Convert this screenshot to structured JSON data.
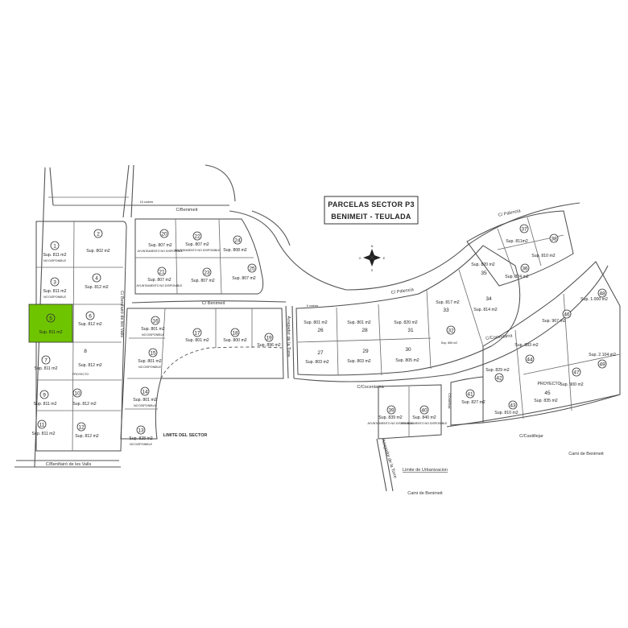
{
  "title": {
    "line1": "PARCELAS SECTOR P3",
    "line2": "BENIMEIT  -  TEULADA"
  },
  "compass": {
    "n": "N",
    "s": "S",
    "e": "E",
    "o": "O"
  },
  "streets": {
    "palencia_top": "C/ Palencia",
    "palencia_mid": "C/ Palencia",
    "benimeit_top": "C/Benimeit",
    "benimeit_mid": "C/ Benimeit",
    "benifairo_side": "C/ Benifairó de les Valls",
    "benifairo_bottom": "C/Benifairó de les Valls",
    "cocentaina": "C/Cocentaina",
    "cocentaina_right": "C/Cocentaina",
    "castillejar": "C/Castillejar",
    "castillejar_side": "C/Castillejar",
    "azagador_mid": "Azagador de la Torre",
    "azagador_bottom": "Azagador de la Torre",
    "cami_right": "Cami de Benimeit",
    "cami_bottom": "Cami de Benimeit",
    "limite_sector": "LIMITE DEL SECTOR",
    "limite_urb": "Limite de Urbanizacion",
    "parking_top": "16 coches",
    "parking_mid": "6 coches"
  },
  "parcels": {
    "p1": {
      "num": "1",
      "sup": "Sup. 811 m2",
      "note": "NO DISPONIBLE"
    },
    "p2": {
      "num": "2",
      "sup": "Sup. 802 m2"
    },
    "p3": {
      "num": "3",
      "sup": "Sup. 811 m2",
      "note": "NO DISPONIBLE"
    },
    "p4": {
      "num": "4",
      "sup": "Sup. 812 m2"
    },
    "p5": {
      "num": "5",
      "sup": "Sup. 811 m2"
    },
    "p6": {
      "num": "6",
      "sup": "Sup. 812 m2"
    },
    "p7": {
      "num": "7",
      "sup": "Sup. 811 m2"
    },
    "p8": {
      "num": "8",
      "sup": "Sup. 812 m2"
    },
    "proyecto_left": "PROYECTO",
    "p9": {
      "num": "9",
      "sup": "Sup. 811 m2"
    },
    "p10": {
      "num": "10",
      "sup": "Sup. 812 m2"
    },
    "p11": {
      "num": "11",
      "sup": "Sup. 811 m2"
    },
    "p12": {
      "num": "12",
      "sup": "Sup. 812 m2"
    },
    "p13": {
      "num": "13",
      "sup": "Sup. 828 m2",
      "note": "NO DISPONIBLE"
    },
    "p14": {
      "num": "14",
      "sup": "Sup. 801 m2",
      "note": "NO DISPONIBLE"
    },
    "p15": {
      "num": "15",
      "sup": "Sup. 801 m2",
      "note": "NO DISPONIBLE"
    },
    "p16": {
      "num": "16",
      "sup": "Sup. 801 m2",
      "note": "NO DISPONIBLE"
    },
    "p17": {
      "num": "17",
      "sup": "Sup. 801 m2"
    },
    "p18": {
      "num": "18",
      "sup": "Sup. 800 m2"
    },
    "p19": {
      "num": "19",
      "sup": "Sup. 896 m2"
    },
    "p20": {
      "num": "20",
      "sup": "Sup. 807 m2",
      "note": "AYUNTAMIENTO NO DISPONIBLE"
    },
    "p21": {
      "num": "21",
      "sup": "Sup. 807 m2",
      "note": "AYUNTAMIENTO NO DISPONIBLE"
    },
    "p22": {
      "num": "22",
      "sup": "Sup. 807 m2",
      "note": "AYUNTAMIENTO NO DISPONIBLE"
    },
    "p23": {
      "num": "23",
      "sup": "Sup. 807 m2"
    },
    "p24": {
      "num": "24",
      "sup": "Sup. 808 m2"
    },
    "p25": {
      "num": "25",
      "sup": "Sup. 807 m2"
    },
    "p26": {
      "num": "26",
      "sup": "Sup. 801 m2"
    },
    "p27": {
      "num": "27",
      "sup": "Sup. 803 m2"
    },
    "p28": {
      "num": "28",
      "sup": "Sup. 801 m2"
    },
    "p29": {
      "num": "29",
      "sup": "Sup. 803 m2"
    },
    "p30": {
      "num": "30",
      "sup": "Sup. 805 m2"
    },
    "p31": {
      "num": "31",
      "sup": "Sup. 820 m2"
    },
    "p32": {
      "num": "32",
      "sup": "Sup. 806 m2"
    },
    "p33": {
      "num": "33",
      "sup": "Sup. 817 m2"
    },
    "p34": {
      "num": "34",
      "sup": "Sup. 814 m2"
    },
    "p35": {
      "num": "35",
      "sup": "Sup. 820 m2"
    },
    "p36": {
      "num": "36",
      "sup": "Sup. 824 m2"
    },
    "p37": {
      "num": "37",
      "sup": "Sup. 811m2"
    },
    "p38": {
      "num": "38",
      "sup": "Sup. 810 m2"
    },
    "p39": {
      "num": "39",
      "sup": "Sup. 839 m2",
      "note": "AYUNTAMIENTO NO DISPONIBLE"
    },
    "p40": {
      "num": "40",
      "sup": "Sup. 840 m2",
      "note": "AYUNTAMIENTO NO DISPONIBLE"
    },
    "p41": {
      "num": "41",
      "sup": "Sup. 827 m2"
    },
    "p42": {
      "num": "42",
      "sup": "Sup. 829 m2"
    },
    "p43": {
      "num": "43",
      "sup": "Sup. 810 m2"
    },
    "p44": {
      "num": "44",
      "sup": "Sup. 883 m2"
    },
    "p45": {
      "num": "45",
      "sup": "Sup. 835 m2",
      "label": "PROYECTO"
    },
    "p46": {
      "num": "46",
      "sup": "Sup. 967 m2"
    },
    "p47": {
      "num": "47",
      "sup": "Sup. 900 m2"
    },
    "p48": {
      "num": "48",
      "sup": "Sup. 1.000 m2"
    },
    "p49": {
      "num": "49",
      "sup": "Sup. 2.104 m2"
    }
  },
  "colors": {
    "selected_parcel": "#6fc400",
    "lines": "#4a4a4a"
  },
  "selected": "p5"
}
